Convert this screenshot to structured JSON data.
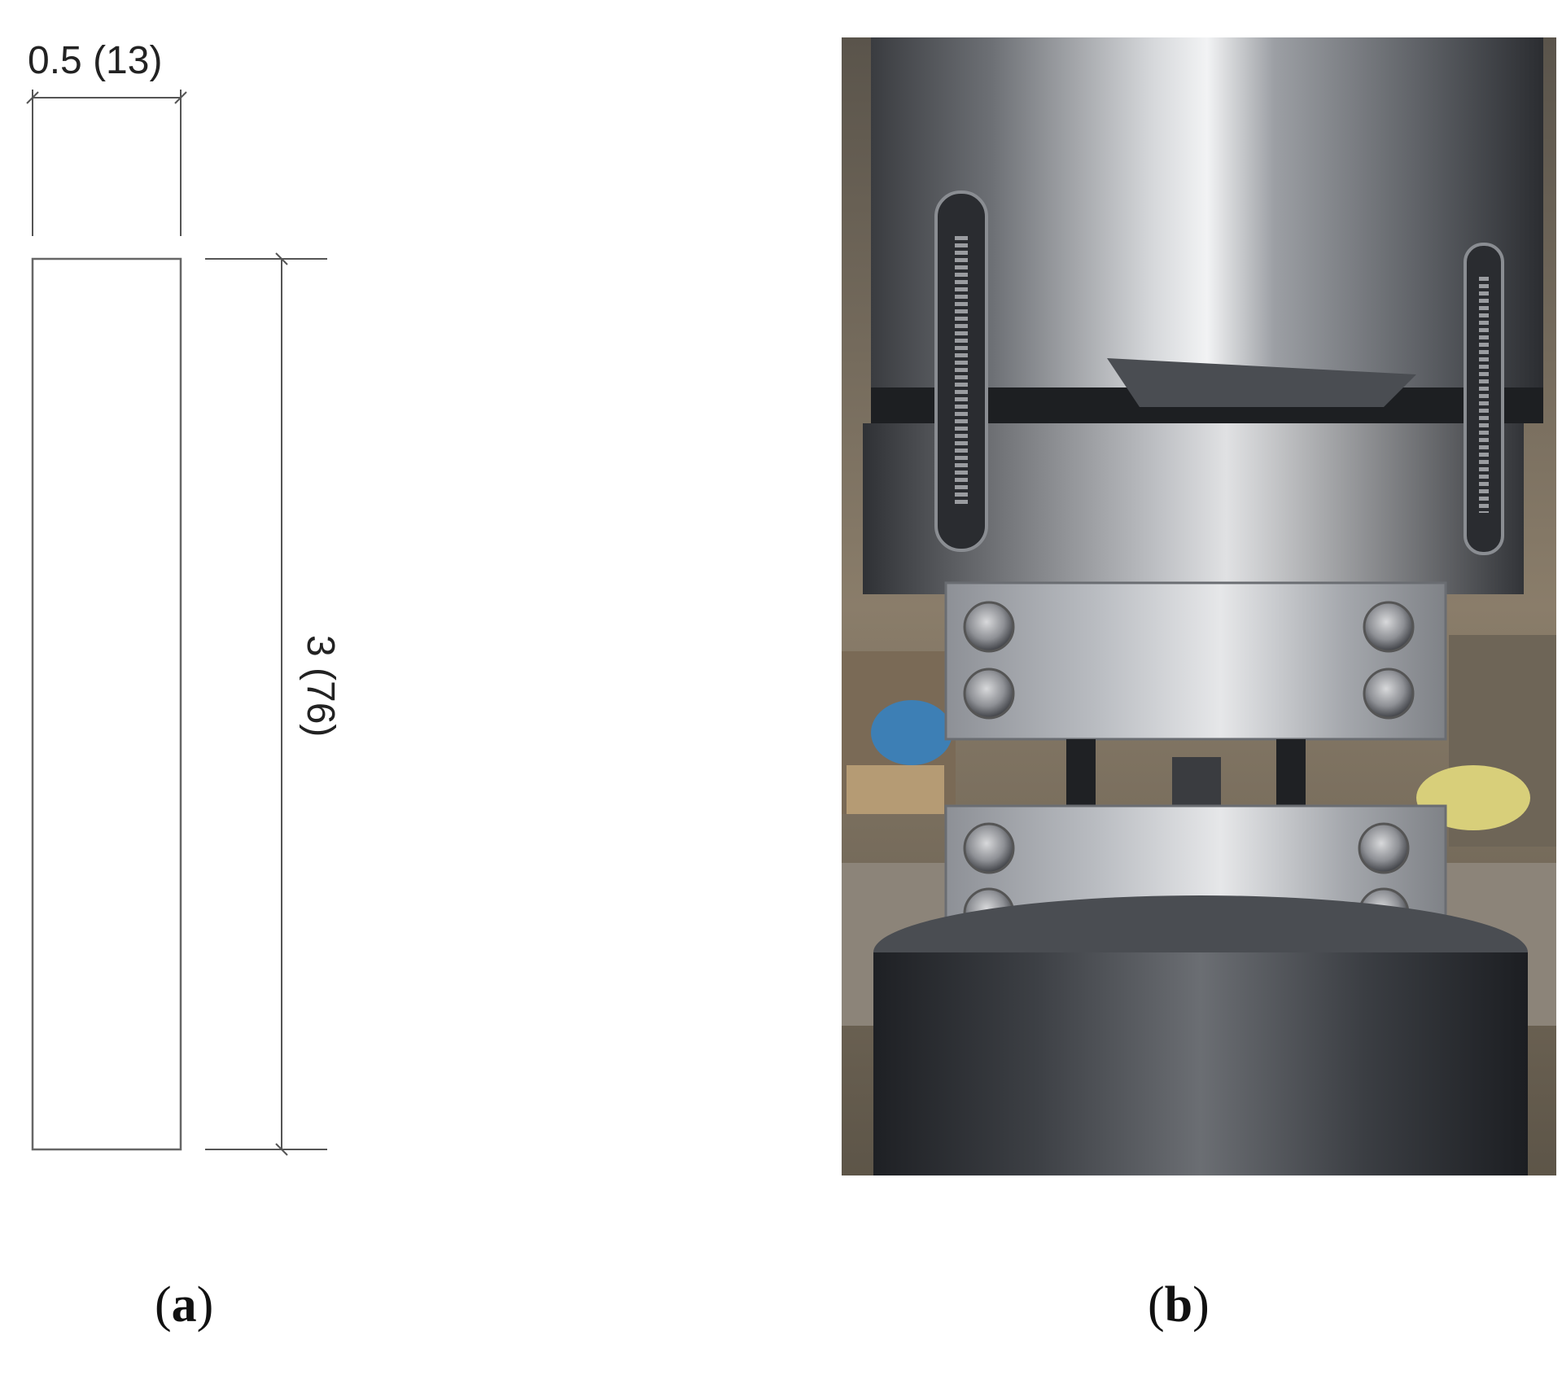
{
  "panel_a": {
    "label_open": "(",
    "label_letter": "a",
    "label_close": ")",
    "width_dimension": "0.5 (13)",
    "length_dimension": "3 (76)"
  },
  "panel_b": {
    "label_open": "(",
    "label_letter": "b",
    "label_close": ")"
  },
  "colors": {
    "line": "#555555",
    "metal_light": "#c9cbcf",
    "metal_dark": "#2a2c30",
    "background_shop": "#6b6356"
  }
}
